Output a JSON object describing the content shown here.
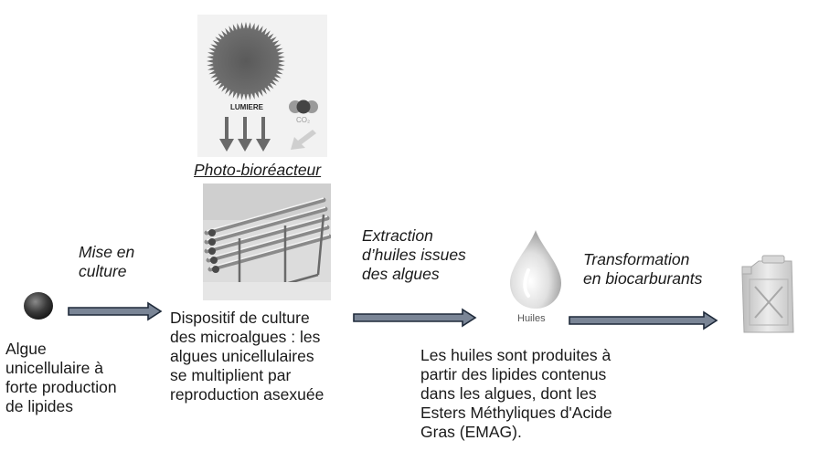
{
  "steps": {
    "alga": {
      "label": "Algue\nunicellulaire à\nforte production\nde lipides"
    },
    "culture": {
      "label": "Mise en\nculture"
    },
    "bioreactor": {
      "light_label": "LUMIERE",
      "co2_label": "CO₂",
      "title": "Photo-bioréacteur",
      "description": "Dispositif de culture\ndes microalgues : les\nalgues unicellulaires\nse multiplient par\nreproduction asexuée"
    },
    "extraction": {
      "label": "Extraction\nd’huiles issues\ndes algues"
    },
    "oil": {
      "drop_label": "Huiles",
      "description": "Les huiles sont produites à\npartir des lipides contenus\ndans les algues, dont les\nEsters Méthyliques d'Acide\nGras (EMAG)."
    },
    "transformation": {
      "label": "Transformation\nen biocarburants"
    }
  },
  "colors": {
    "arrow_fill": "#7a8596",
    "arrow_stroke": "#1f2a3a",
    "text": "#1a1a1a"
  },
  "icons": [
    "sun-icon",
    "co2-molecule-icon",
    "light-arrows-icon",
    "bioreactor-tubes-image",
    "oil-drop-icon",
    "fuel-can-icon",
    "alga-cell-icon"
  ]
}
